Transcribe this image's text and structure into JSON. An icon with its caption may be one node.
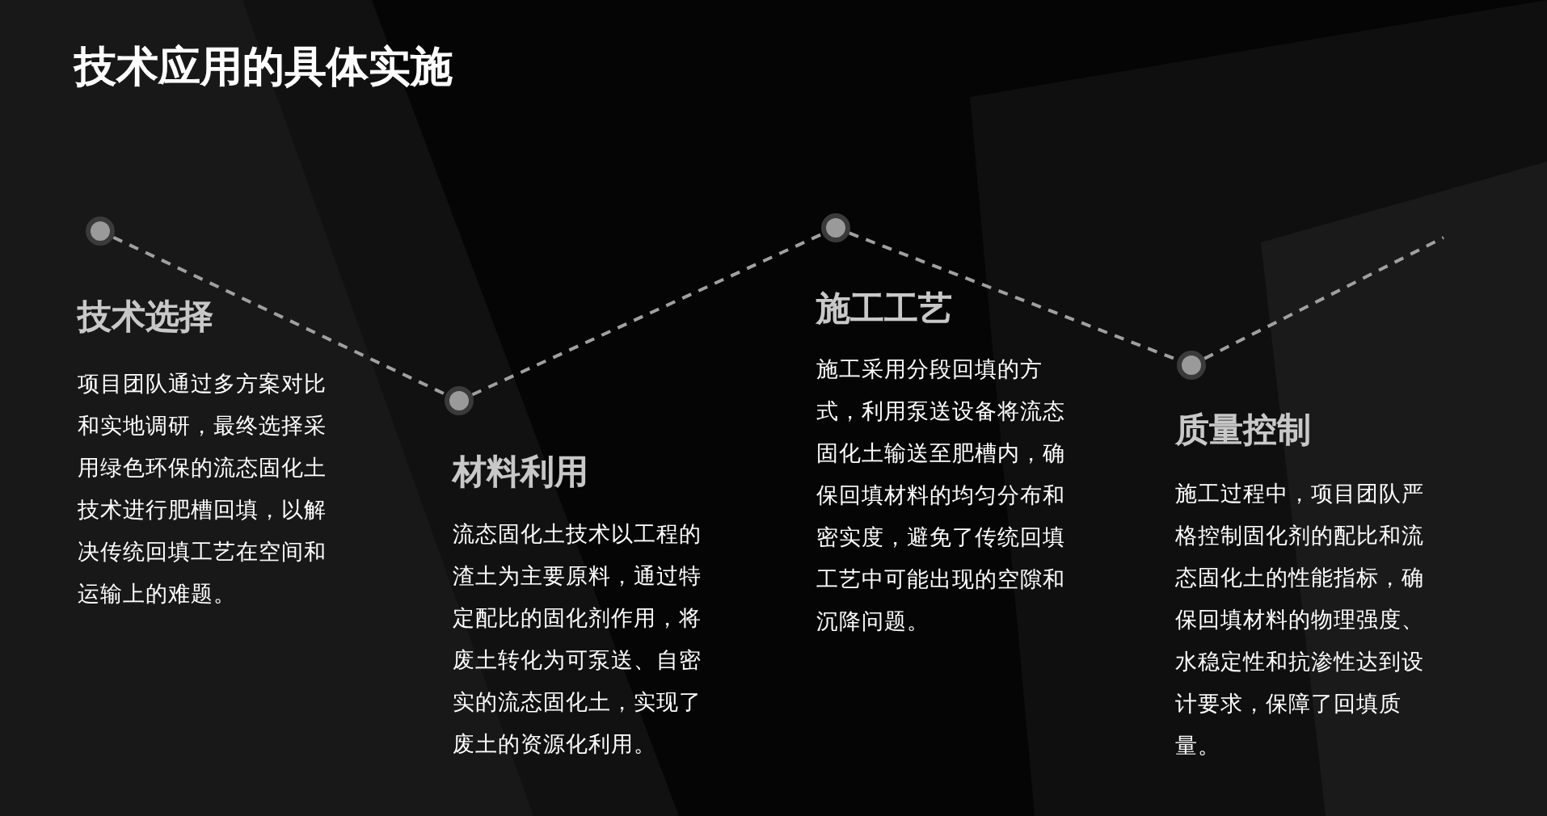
{
  "diagram": {
    "title": "技术应用的具体实施",
    "nodes": [
      {
        "text": [],
        "shape": "circle",
        "beside": [
          "技术选择",
          "项目团队通过多方案对比和实地调研，最终选择采用绿色环保的流态固化土技术进行肥槽回填，以解决传统回填工艺在空间和运输上的难题。"
        ]
      },
      {
        "text": [],
        "shape": "circle",
        "beside": [
          "材料利用",
          "流态固化土技术以工程的渣土为主要原料，通过特定配比的固化剂作用，将废土转化为可泵送、自密实的流态固化土，实现了废土的资源化利用。"
        ]
      },
      {
        "text": [],
        "shape": "circle",
        "beside": [
          "施工工艺",
          "施工采用分段回填的方式，利用泵送设备将流态固化土输送至肥槽内，确保回填材料的均匀分布和密实度，避免了传统回填工艺中可能出现的空隙和沉降问题。"
        ]
      },
      {
        "text": [],
        "shape": "circle",
        "beside": [
          "质量控制",
          "施工过程中，项目团队严格控制固化剂的配比和流态固化土的性能指标，确保回填材料的物理强度、水稳定性和抗渗性达到设计要求，保障了回填质量。"
        ]
      }
    ],
    "edges": [
      {
        "from": 0,
        "to": 1,
        "arrow": "none",
        "style": "dashed"
      },
      {
        "from": 1,
        "to": 2,
        "arrow": "none",
        "style": "dashed"
      },
      {
        "from": 2,
        "to": 3,
        "arrow": "none",
        "style": "dashed"
      },
      {
        "from": 3,
        "to": null,
        "arrow": "none",
        "style": "dashed"
      }
    ]
  }
}
